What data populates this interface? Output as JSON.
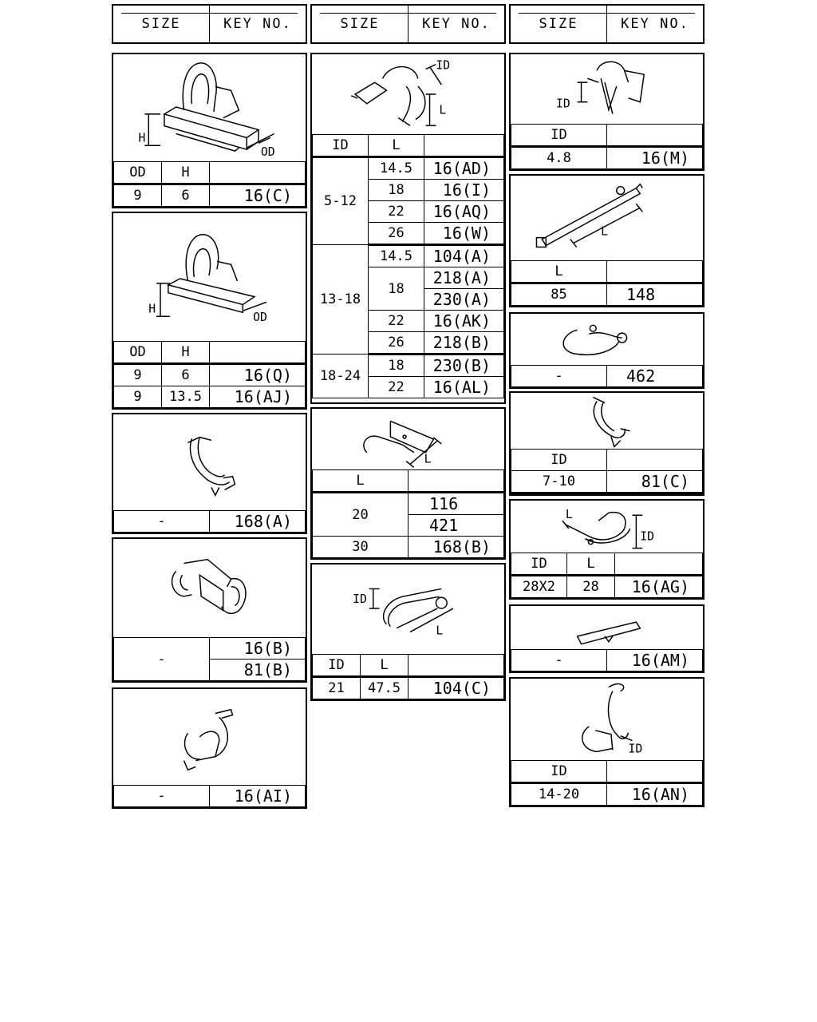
{
  "headers": {
    "size": "SIZE",
    "key_no": "KEY NO."
  },
  "col1": {
    "p1": {
      "labels": [
        "H",
        "OD"
      ],
      "cols": [
        "OD",
        "H",
        ""
      ],
      "rows": [
        [
          "9",
          "6",
          "16(C)"
        ]
      ]
    },
    "p2": {
      "labels": [
        "H",
        "OD"
      ],
      "cols": [
        "OD",
        "H",
        ""
      ],
      "rows": [
        [
          "9",
          "6",
          "16(Q)"
        ],
        [
          "9",
          "13.5",
          "16(AJ)"
        ]
      ]
    },
    "p3": {
      "size": "-",
      "key": "168(A)"
    },
    "p4": {
      "size": "-",
      "keys": [
        "16(B)",
        "81(B)"
      ]
    },
    "p5": {
      "size": "-",
      "key": "16(AI)"
    }
  },
  "col2": {
    "p1": {
      "labels": [
        "ID",
        "L"
      ],
      "cols": [
        "ID",
        "L",
        ""
      ],
      "groups": [
        {
          "id": "5-12",
          "rows": [
            [
              "14.5",
              "16(AD)"
            ],
            [
              "18",
              "16(I)"
            ],
            [
              "22",
              "16(AQ)"
            ],
            [
              "26",
              "16(W)"
            ]
          ]
        },
        {
          "id": "13-18",
          "rows": [
            [
              "14.5",
              "104(A)"
            ],
            [
              "18",
              "218(A)"
            ],
            [
              "",
              "230(A)"
            ],
            [
              "22",
              "16(AK)"
            ],
            [
              "26",
              "218(B)"
            ]
          ]
        },
        {
          "id": "18-24",
          "rows": [
            [
              "18",
              "230(B)"
            ],
            [
              "22",
              "16(AL)"
            ]
          ]
        }
      ]
    },
    "p2": {
      "labels": [
        "L"
      ],
      "cols": [
        "L",
        ""
      ],
      "rows": [
        [
          "20",
          "116"
        ],
        [
          "",
          "421"
        ],
        [
          "30",
          "168(B)"
        ]
      ]
    },
    "p3": {
      "labels": [
        "ID",
        "L"
      ],
      "cols": [
        "ID",
        "L",
        ""
      ],
      "rows": [
        [
          "21",
          "47.5",
          "104(C)"
        ]
      ]
    }
  },
  "col3": {
    "p1": {
      "labels": [
        "ID"
      ],
      "cols": [
        "ID",
        ""
      ],
      "rows": [
        [
          "4.8",
          "16(M)"
        ]
      ]
    },
    "p2": {
      "labels": [
        "L"
      ],
      "cols": [
        "L",
        ""
      ],
      "rows": [
        [
          "85",
          "148"
        ]
      ]
    },
    "p3": {
      "size": "-",
      "key": "462"
    },
    "p4": {
      "cols": [
        "ID",
        ""
      ],
      "rows": [
        [
          "7-10",
          "81(C)"
        ]
      ]
    },
    "p5": {
      "labels": [
        "L",
        "ID"
      ],
      "cols": [
        "ID",
        "L",
        ""
      ],
      "rows": [
        [
          "28X2",
          "28",
          "16(AG)"
        ]
      ]
    },
    "p6": {
      "size": "-",
      "key": "16(AM)"
    },
    "p7": {
      "labels": [
        "ID"
      ],
      "cols": [
        "ID",
        ""
      ],
      "rows": [
        [
          "14-20",
          "16(AN)"
        ]
      ]
    }
  }
}
